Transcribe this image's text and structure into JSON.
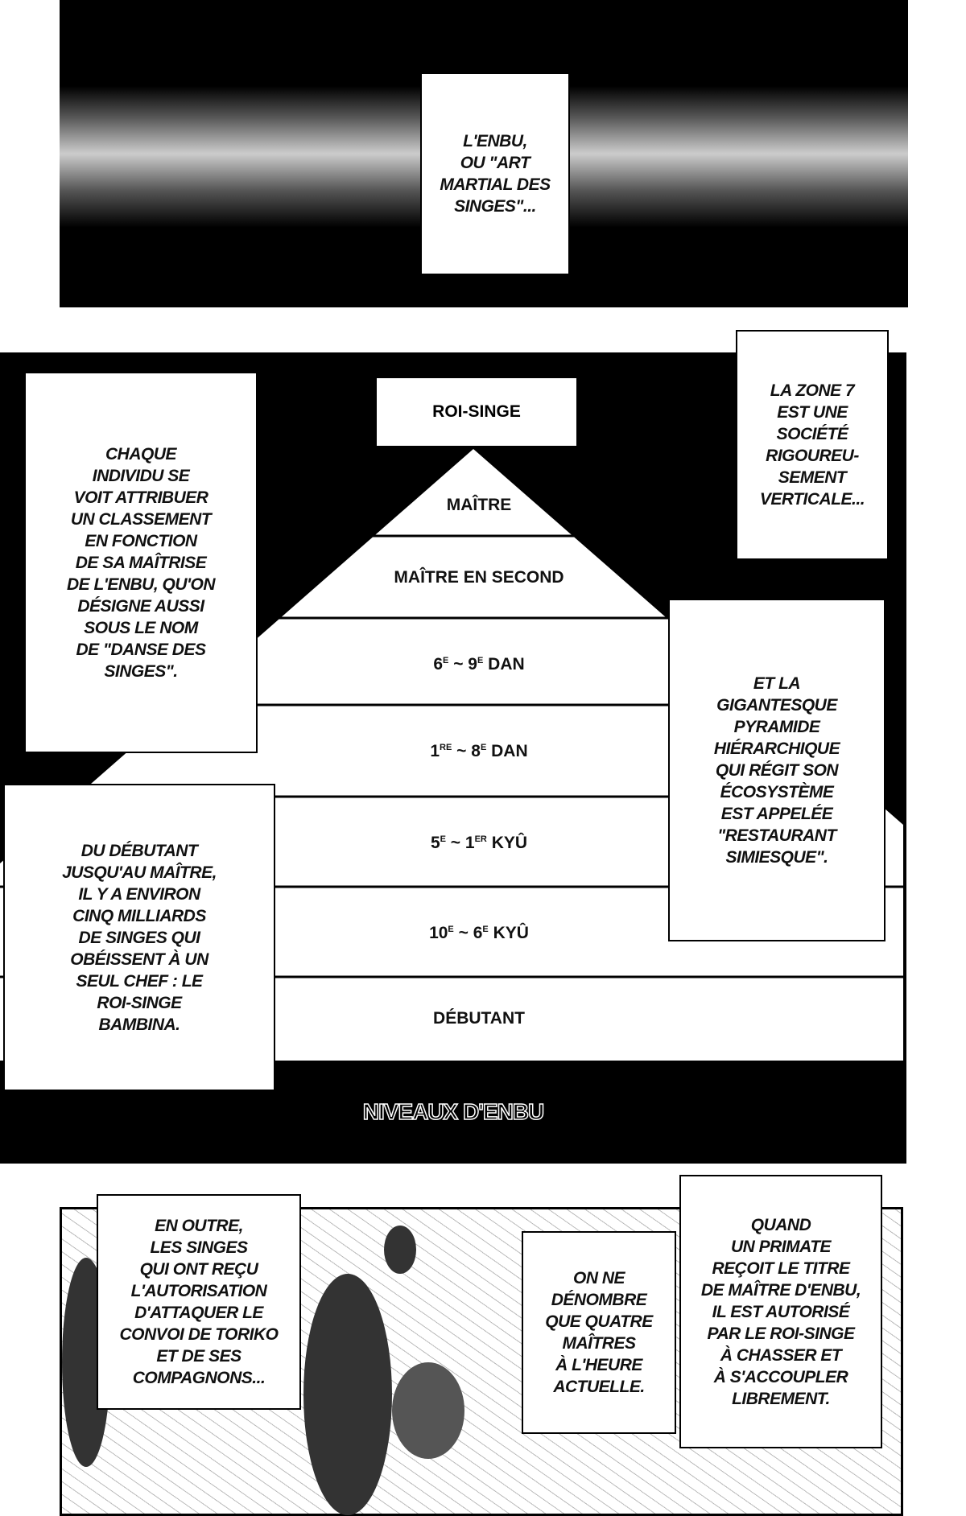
{
  "panel1": {
    "caption": "L'ENBU,\nOU \"ART\nMARTIAL DES\nSINGES\"..."
  },
  "panel2": {
    "pyramid_title": "NIVEAUX D'ENBU",
    "tiers": [
      {
        "label": "ROI-SINGE"
      },
      {
        "label": "MAÎTRE"
      },
      {
        "label": "MAÎTRE EN SECOND"
      },
      {
        "pre": "6",
        "sup1": "E",
        "mid": " ~ 9",
        "sup2": "E",
        "post": " DAN"
      },
      {
        "pre": "1",
        "sup1": "RE",
        "mid": " ~ 8",
        "sup2": "E",
        "post": " DAN"
      },
      {
        "pre": "5",
        "sup1": "E",
        "mid": " ~ 1",
        "sup2": "ER",
        "post": " KYÛ"
      },
      {
        "pre": "10",
        "sup1": "E",
        "mid": " ~ 6",
        "sup2": "E",
        "post": " KYÛ"
      },
      {
        "label": "DÉBUTANT"
      }
    ],
    "captions": [
      "CHAQUE\nINDIVIDU SE\nVOIT ATTRIBUER\nUN CLASSEMENT\nEN FONCTION\nDE SA MAÎTRISE\nDE L'ENBU, QU'ON\nDÉSIGNE AUSSI\nSOUS LE NOM\nDE \"DANSE DES\nSINGES\".",
      "LA ZONE 7\nEST UNE\nSOCIÉTÉ\nRIGOUREU-\nSEMENT\nVERTICALE...",
      "ET LA\nGIGANTESQUE\nPYRAMIDE\nHIÉRARCHIQUE\nQUI RÉGIT SON\nÉCOSYSTÈME\nEST APPELÉE\n\"RESTAURANT\nSIMIESQUE\".",
      "DU DÉBUTANT\nJUSQU'AU MAÎTRE,\nIL Y A ENVIRON\nCINQ MILLIARDS\nDE SINGES QUI\nOBÉISSENT À UN\nSEUL CHEF : LE\nROI-SINGE\nBAMBINA."
    ]
  },
  "panel3": {
    "captions": [
      "EN OUTRE,\nLES SINGES\nQUI ONT REÇU\nL'AUTORISATION\nD'ATTAQUER LE\nCONVOI DE TORIKO\nET DE SES\nCOMPAGNONS...",
      "ON NE\nDÉNOMBRE\nQUE QUATRE\nMAÎTRES\nÀ L'HEURE\nACTUELLE.",
      "QUAND\nUN PRIMATE\nREÇOIT LE TITRE\nDE MAÎTRE D'ENBU,\nIL EST AUTORISÉ\nPAR LE ROI-SINGE\nÀ CHASSER ET\nÀ S'ACCOUPLER\nLIBREMENT."
    ]
  }
}
